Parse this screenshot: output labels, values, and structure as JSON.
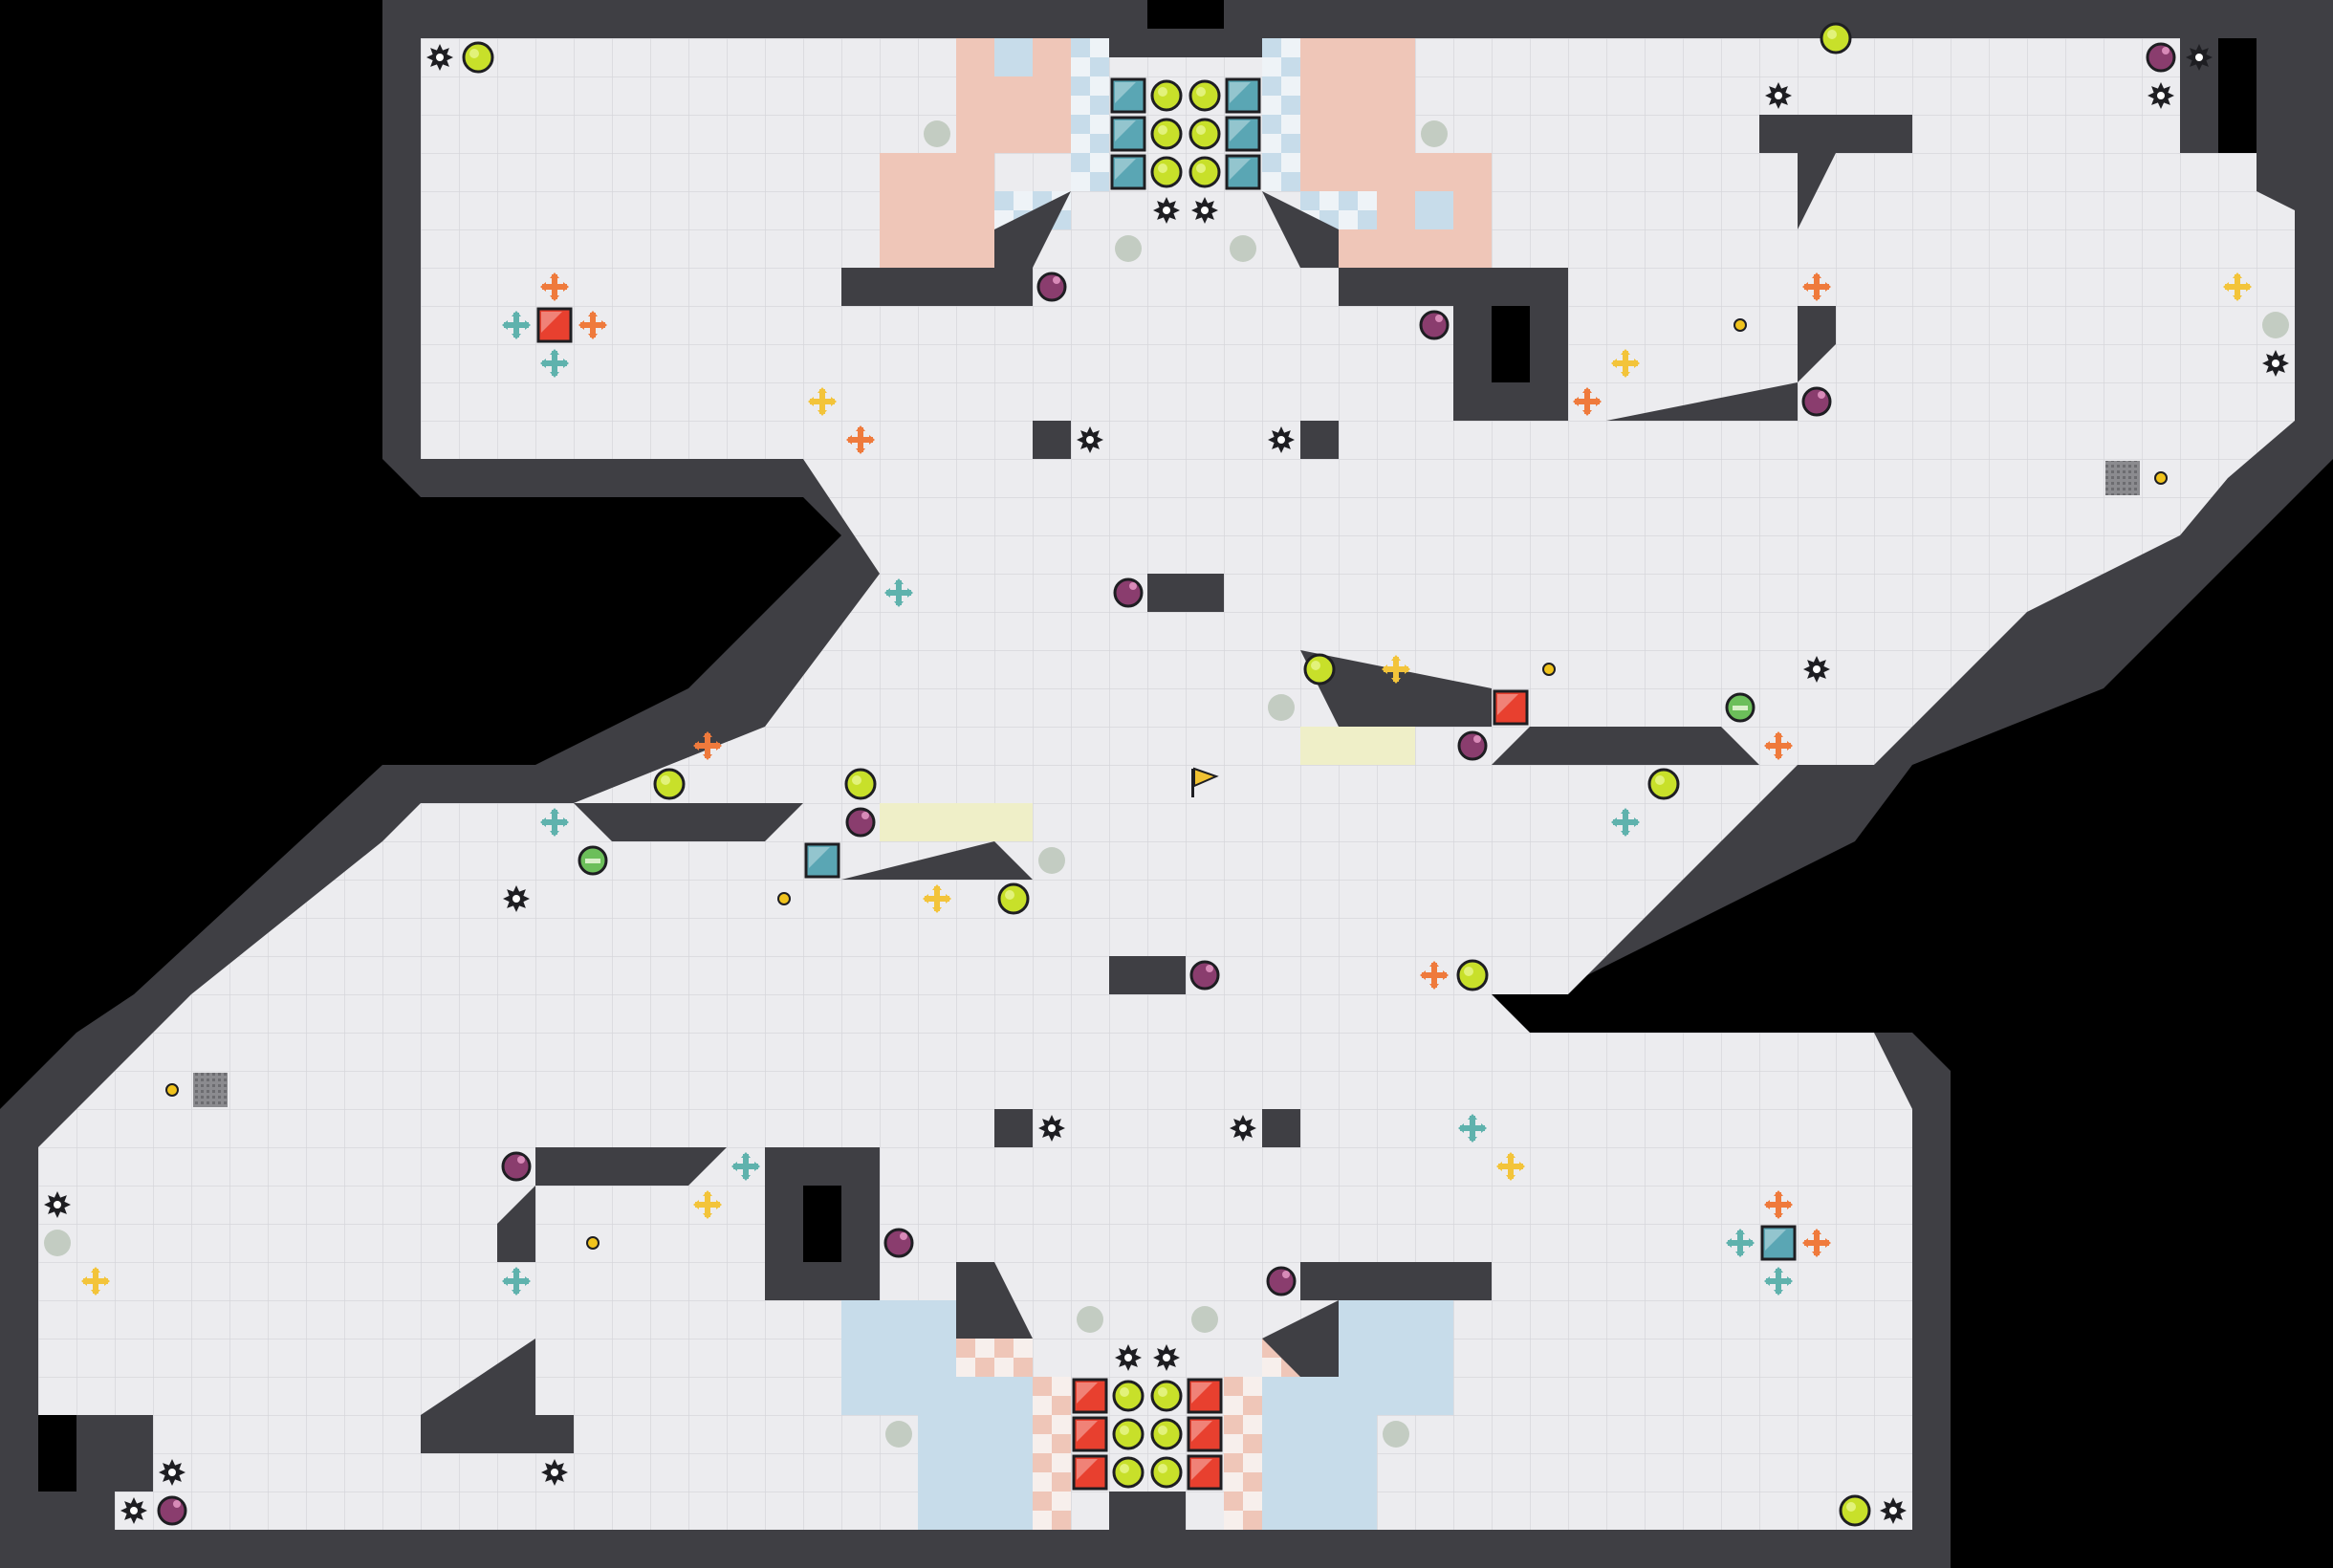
{
  "game": {
    "board": {
      "cols": 61,
      "rows": 41,
      "floor_color": "#ececef",
      "grid_color": "#d6d6db",
      "wall_color": "#3f3f44",
      "background_color": "#000000"
    },
    "palette": {
      "red_team": "#e8402f",
      "blue_team": "#5aa6b4",
      "red_zone": "#efc6b8",
      "blue_zone": "#c7dcea",
      "neutral_zone": "#efefc8",
      "orb": "#c8e02a",
      "bomb": "#8a3d6e",
      "spike": "#1e1e22",
      "boost_orange": "#ef7a3c",
      "boost_teal": "#5fb2ad",
      "boost_yellow": "#f3c43a",
      "portal": "#b9c4b6",
      "mine": "#f0c31c"
    },
    "icons": {
      "flag": "flag-icon",
      "spike": "spike-icon",
      "bomb": "bomb-icon",
      "powerup": "powerup-icon",
      "boost": "boost-icon",
      "portal": "portal-icon",
      "gate": "gate-icon"
    },
    "center_flag": {
      "col": 31,
      "row": 20,
      "color": "#f1c232"
    }
  }
}
